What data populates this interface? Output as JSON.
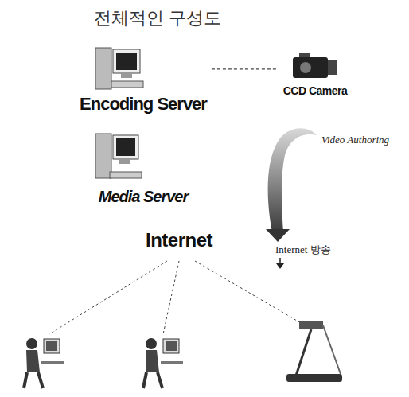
{
  "diagram": {
    "title": "전체적인 구성도",
    "nodes": [
      {
        "text": [
          "Encoding Server"
        ]
      },
      {
        "text": [
          "CCD Camera"
        ]
      },
      {
        "text": [
          "Media Server"
        ]
      },
      {
        "text": [
          "Internet"
        ]
      }
    ],
    "edges": [
      {
        "from": 0,
        "to": 1,
        "arrow": "none"
      }
    ],
    "labels": [
      "Video Authoring",
      "Internet 방송"
    ]
  }
}
